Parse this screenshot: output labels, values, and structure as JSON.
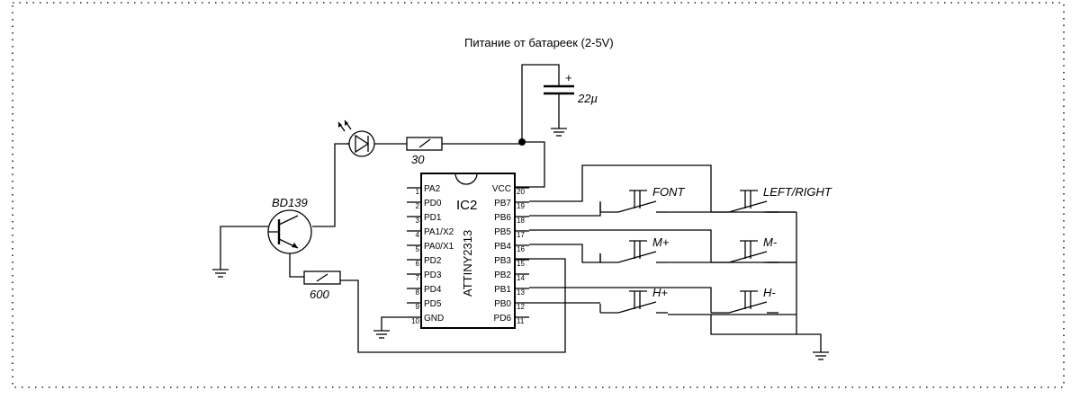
{
  "title": "Питание от батареек (2-5V)",
  "capacitor": {
    "label": "22µ",
    "polarity": "+"
  },
  "led_resistor": {
    "label": "30"
  },
  "base_resistor": {
    "label": "600"
  },
  "transistor": {
    "label": "BD139"
  },
  "ic": {
    "ref": "IC2",
    "part": "ATTINY2313",
    "left_pins": [
      {
        "num": "1",
        "name": "PA2"
      },
      {
        "num": "2",
        "name": "PD0"
      },
      {
        "num": "3",
        "name": "PD1"
      },
      {
        "num": "4",
        "name": "PA1/X2"
      },
      {
        "num": "5",
        "name": "PA0/X1"
      },
      {
        "num": "6",
        "name": "PD2"
      },
      {
        "num": "7",
        "name": "PD3"
      },
      {
        "num": "8",
        "name": "PD4"
      },
      {
        "num": "9",
        "name": "PD5"
      },
      {
        "num": "10",
        "name": "GND"
      }
    ],
    "right_pins": [
      {
        "num": "20",
        "name": "VCC"
      },
      {
        "num": "19",
        "name": "PB7"
      },
      {
        "num": "18",
        "name": "PB6"
      },
      {
        "num": "17",
        "name": "PB5"
      },
      {
        "num": "16",
        "name": "PB4"
      },
      {
        "num": "15",
        "name": "PB3"
      },
      {
        "num": "14",
        "name": "PB2"
      },
      {
        "num": "13",
        "name": "PB1"
      },
      {
        "num": "12",
        "name": "PB0"
      },
      {
        "num": "11",
        "name": "PD6"
      }
    ]
  },
  "buttons": [
    {
      "label": "FONT"
    },
    {
      "label": "LEFT/RIGHT"
    },
    {
      "label": "M+"
    },
    {
      "label": "M-"
    },
    {
      "label": "H+"
    },
    {
      "label": "H-"
    }
  ]
}
